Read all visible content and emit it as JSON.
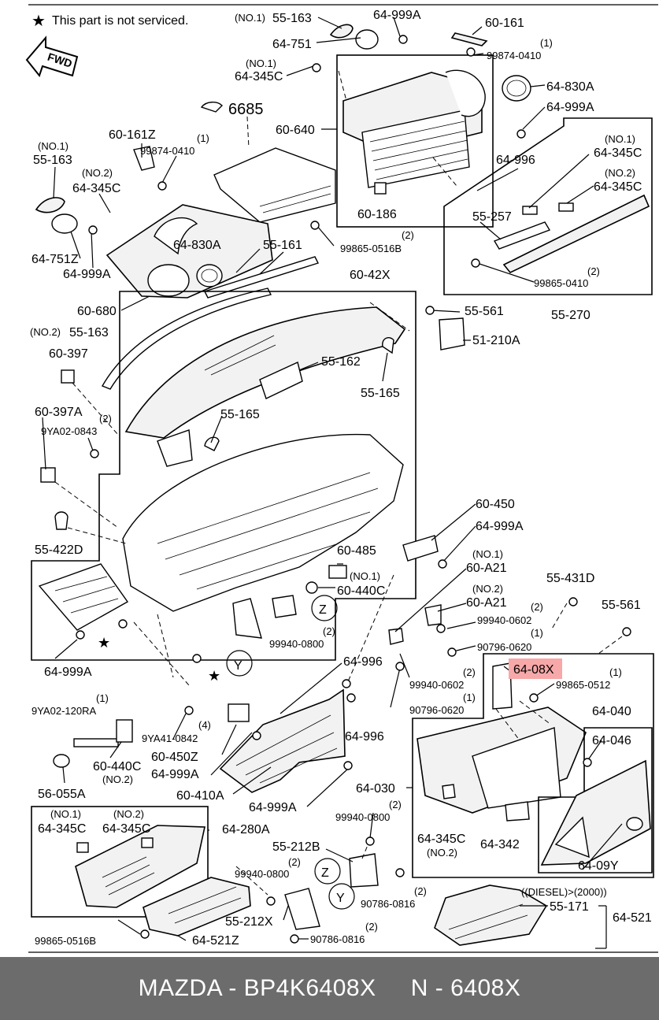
{
  "legend": {
    "star_note": "This part is not serviced.",
    "fwd": "FWD"
  },
  "highlight_color": "#f7a8a8",
  "footer": {
    "text": "MAZDA - BP4K6408X     N - 6408X"
  },
  "labels": {
    "no1_55163_top": "(NO.1)",
    "p55163_top": "55-163",
    "p64999A_1": "64-999A",
    "p60161": "60-161",
    "p64751": "64-751",
    "qty1_a": "(1)",
    "p99874_0410_a": "99874-0410",
    "no1_64345C_a": "(NO.1)",
    "p64345C_a": "64-345C",
    "p64830A_a": "64-830A",
    "p6685": "6685",
    "p64999A_2": "64-999A",
    "p60640": "60-640",
    "p60161Z": "60-161Z",
    "qty1_b": "(1)",
    "p99874_0410_b": "99874-0410",
    "no1_55163_b": "(NO.1)",
    "p55163_b": "55-163",
    "no2_64345C_b": "(NO.2)",
    "p64345C_b": "64-345C",
    "p64996_a": "64-996",
    "no1_64345C_c": "(NO.1)",
    "p64345C_c": "64-345C",
    "no2_64345C_d": "(NO.2)",
    "p64345C_d": "64-345C",
    "p60186": "60-186",
    "p55257": "55-257",
    "p64751Z": "64-751Z",
    "p64999A_3": "64-999A",
    "p64830A_b": "64-830A",
    "p55161": "55-161",
    "qty2_a": "(2)",
    "p99865_0516B_a": "99865-0516B",
    "qty2_b": "(2)",
    "p99865_0410": "99865-0410",
    "p60680": "60-680",
    "p60_42X": "60-42X",
    "p55561_a": "55-561",
    "p55270": "55-270",
    "no2_55163_c": "(NO.2)",
    "p55163_c": "55-163",
    "p51210A": "51-210A",
    "p60397": "60-397",
    "p55162": "55-162",
    "p55165_a": "55-165",
    "p60397A": "60-397A",
    "qty2_c": "(2)",
    "p9YA02_0843": "9YA02-0843",
    "p55165_b": "55-165",
    "p60450": "60-450",
    "p64999A_4": "64-999A",
    "p55422D": "55-422D",
    "p60485": "60-485",
    "no1_60A21": "(NO.1)",
    "p60A21_a": "60-A21",
    "no1_60440C": "(NO.1)",
    "p60440C_a": "60-440C",
    "p55431D": "55-431D",
    "no2_60A21": "(NO.2)",
    "p60A21_b": "60-A21",
    "zone_Z_a": "Z",
    "p55561_b": "55-561",
    "qty2_d": "(2)",
    "p99940_0602_a": "99940-0602",
    "qty1_c": "(1)",
    "p90796_0620_a": "90796-0620",
    "qty2_e": "(2)",
    "p99940_0800_a": "99940-0800",
    "p64999A_5": "64-999A",
    "p64996_b": "64-996",
    "zone_Y_a": "Y",
    "p64_08X": "64-08X",
    "qty1_d": "(1)",
    "p99865_0512": "99865-0512",
    "qty2_f": "(2)",
    "p99940_0602_b": "99940-0602",
    "qty1_e": "(1)",
    "p90796_0620_b": "90796-0620",
    "qty1_f": "(1)",
    "p9YA02_120RA": "9YA02-120RA",
    "qty4": "(4)",
    "p9YA41_0842": "9YA41-0842",
    "p64996_c": "64-996",
    "p64040": "64-040",
    "p60450Z": "60-450Z",
    "p64999A_6": "64-999A",
    "p60440C_b": "60-440C",
    "no2_60440C": "(NO.2)",
    "p64046": "64-046",
    "p56055A": "56-055A",
    "p60410A": "60-410A",
    "p64999A_7": "64-999A",
    "p64030": "64-030",
    "qty2_g": "(2)",
    "p99940_0800_b": "99940-0800",
    "no1_64345C_e": "(NO.1)",
    "p64345C_e": "64-345C",
    "no2_64345C_f": "(NO.2)",
    "p64345C_f": "64-345C",
    "p64280A": "64-280A",
    "p64345C_g": "64-345C",
    "no2_64345C_g": "(NO.2)",
    "p64342": "64-342",
    "p55212B": "55-212B",
    "qty2_h": "(2)",
    "p99940_0800_c": "99940-0800",
    "zone_Z_b": "Z",
    "p64_09Y": "64-09Y",
    "zone_Y_b": "Y",
    "qty2_i": "(2)",
    "p90786_0816_a": "90786-0816",
    "diesel_note": "((DIESEL)>(2000))",
    "p55171": "55-171",
    "p64521": "64-521",
    "p55212X": "55-212X",
    "qty2_j": "(2)",
    "p90786_0816_b": "90786-0816",
    "p99865_0516B_b": "99865-0516B",
    "p64521Z": "64-521Z"
  }
}
